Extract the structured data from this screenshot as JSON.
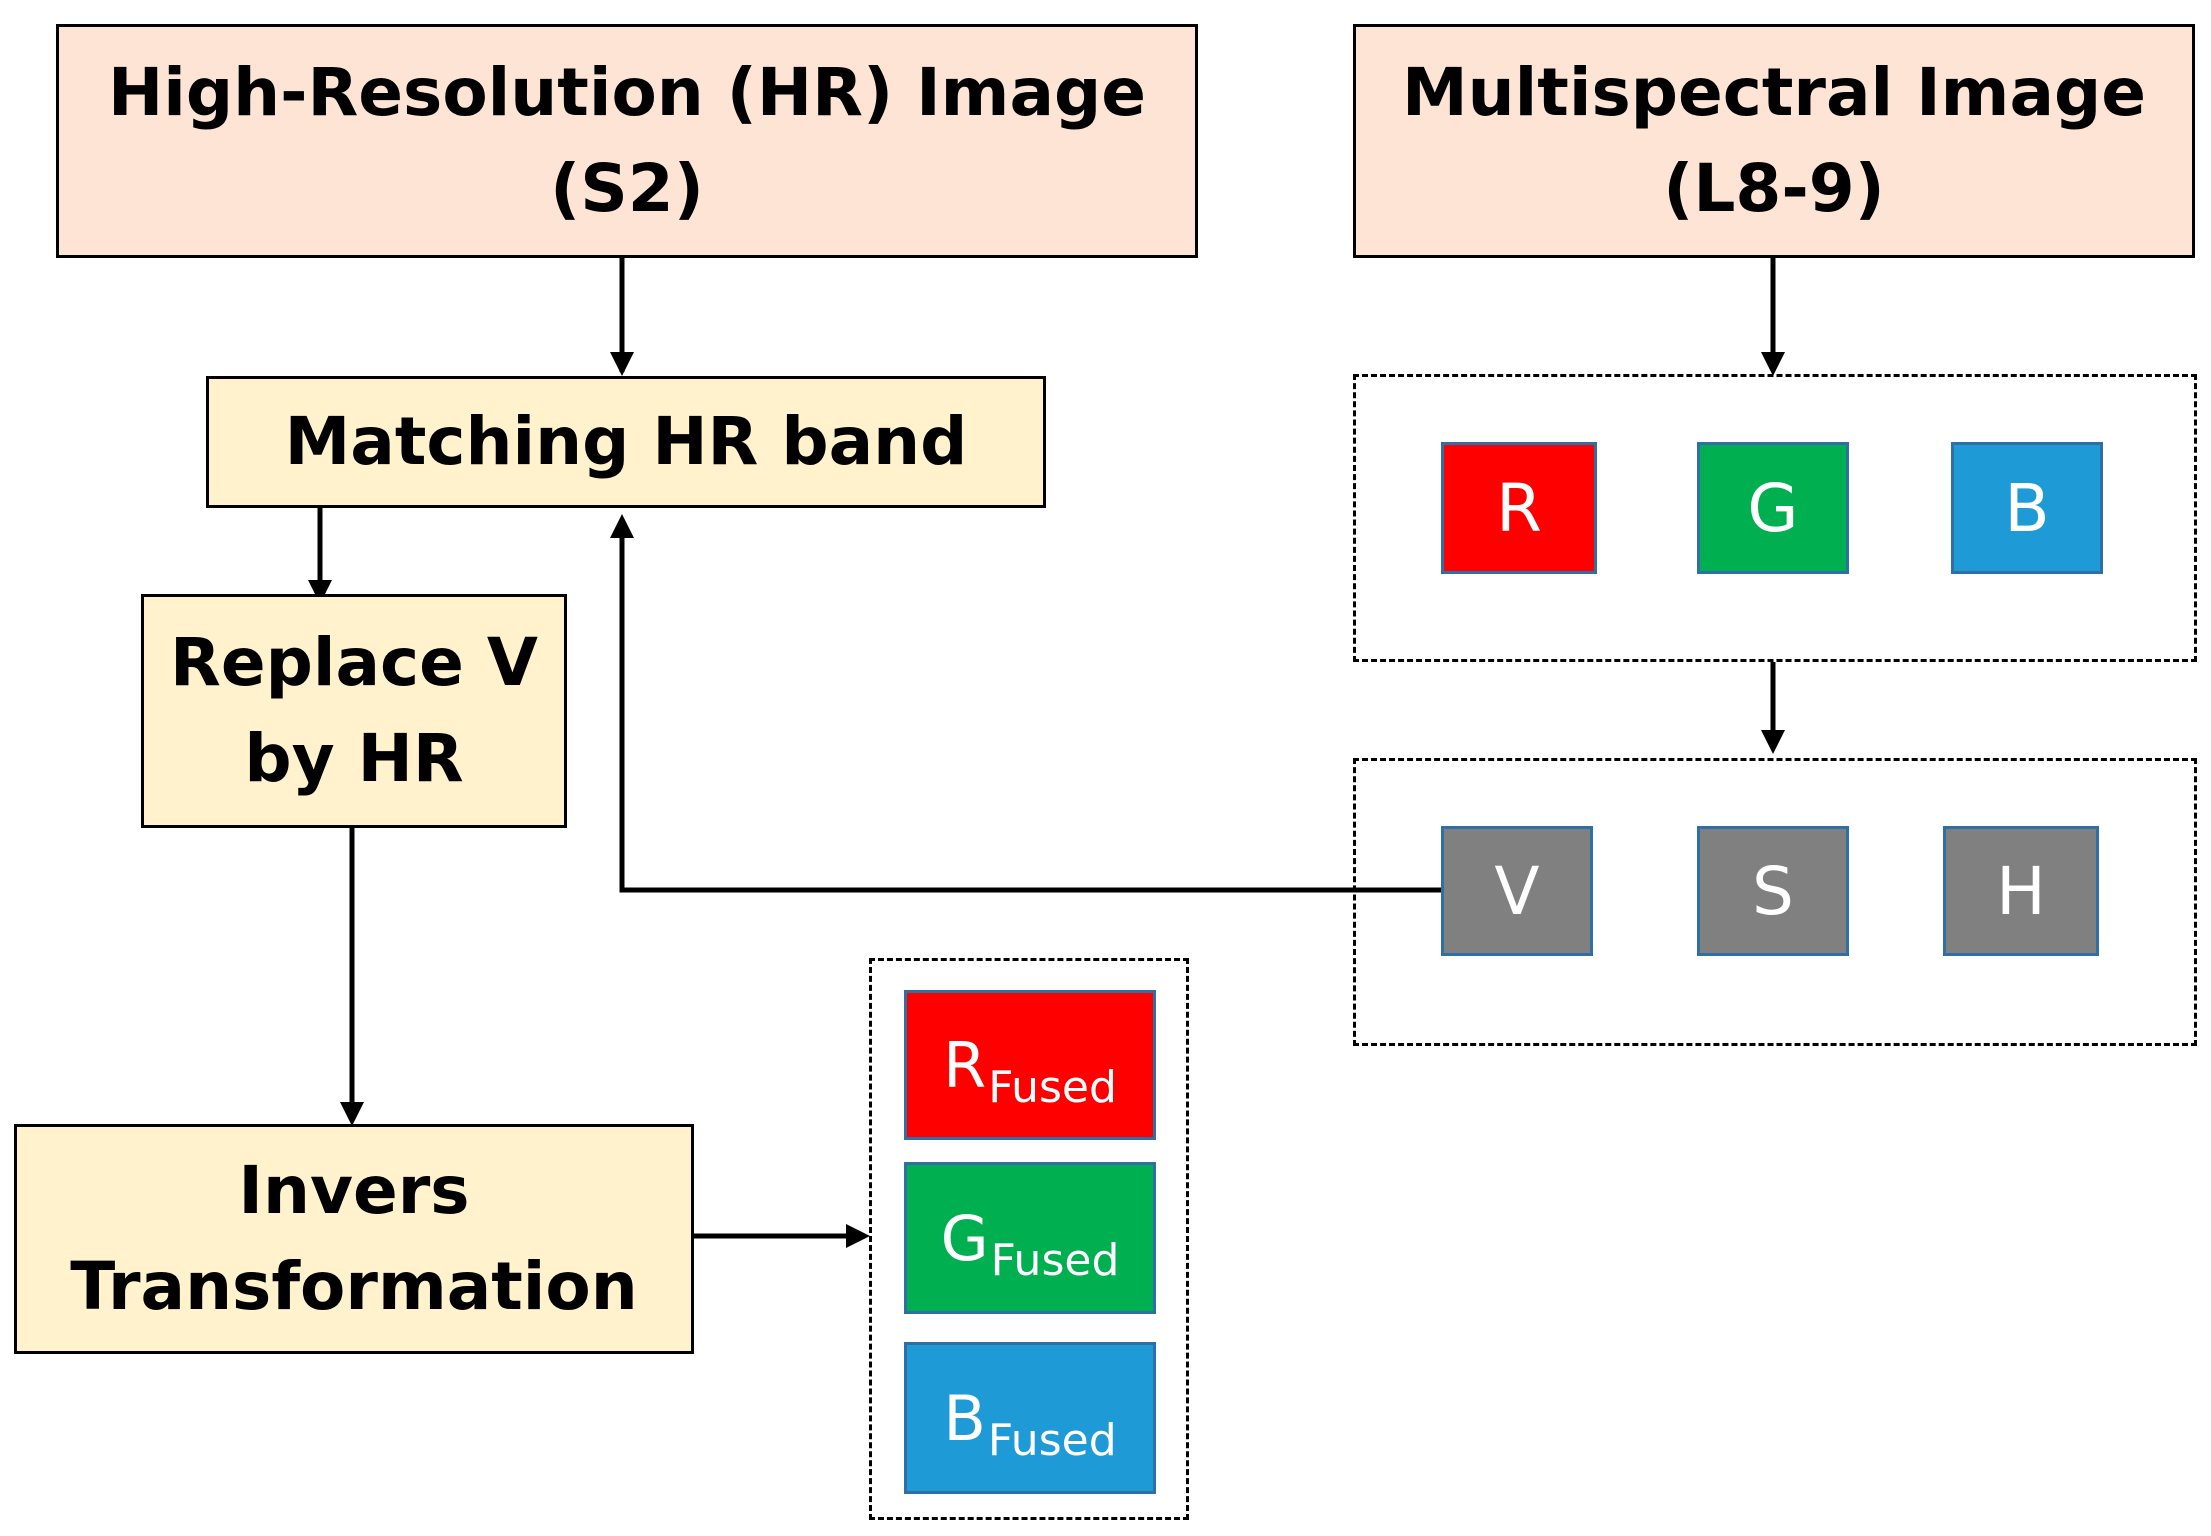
{
  "hr_image": {
    "line1": "High-Resolution (HR) Image",
    "line2": "(S2)"
  },
  "ms_image": {
    "line1": "Multispectral Image",
    "line2": "(L8-9)"
  },
  "matching": {
    "label": "Matching HR band"
  },
  "replace": {
    "line1": "Replace V",
    "line2": "by HR"
  },
  "inverse": {
    "line1": "Invers",
    "line2": "Transformation"
  },
  "rgb_bands": [
    {
      "label": "R",
      "color": "#ff0000"
    },
    {
      "label": "G",
      "color": "#00b050"
    },
    {
      "label": "B",
      "color": "#1e9ad6"
    }
  ],
  "vsh_bands": [
    {
      "label": "V",
      "color": "#808080"
    },
    {
      "label": "S",
      "color": "#808080"
    },
    {
      "label": "H",
      "color": "#808080"
    }
  ],
  "fused_bands": [
    {
      "main": "R",
      "sub": "Fused",
      "color": "#ff0000"
    },
    {
      "main": "G",
      "sub": "Fused",
      "color": "#00b050"
    },
    {
      "main": "B",
      "sub": "Fused",
      "color": "#1e9ad6"
    }
  ]
}
